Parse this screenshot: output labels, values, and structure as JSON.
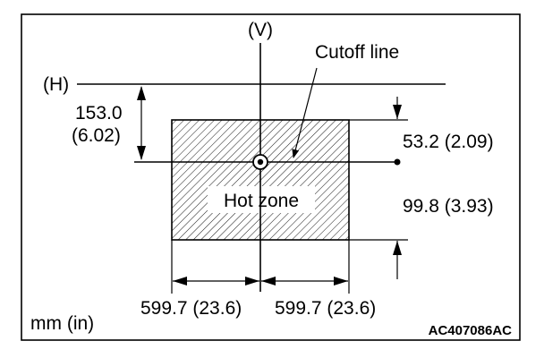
{
  "labels": {
    "vertical_axis": "(V)",
    "horizontal_axis": "(H)",
    "cutoff_line": "Cutoff line",
    "hot_zone": "Hot zone",
    "units": "mm (in)",
    "figure_code": "AC407086AC"
  },
  "dimensions": {
    "height_to_h_line_value": "153.0",
    "height_to_h_line_inch": "(6.02)",
    "upper_zone": "53.2 (2.09)",
    "lower_zone": "99.8 (3.93)",
    "left_width": "599.7 (23.6)",
    "right_width": "599.7 (23.6)"
  },
  "colors": {
    "ink": "#000000",
    "background": "#ffffff"
  }
}
